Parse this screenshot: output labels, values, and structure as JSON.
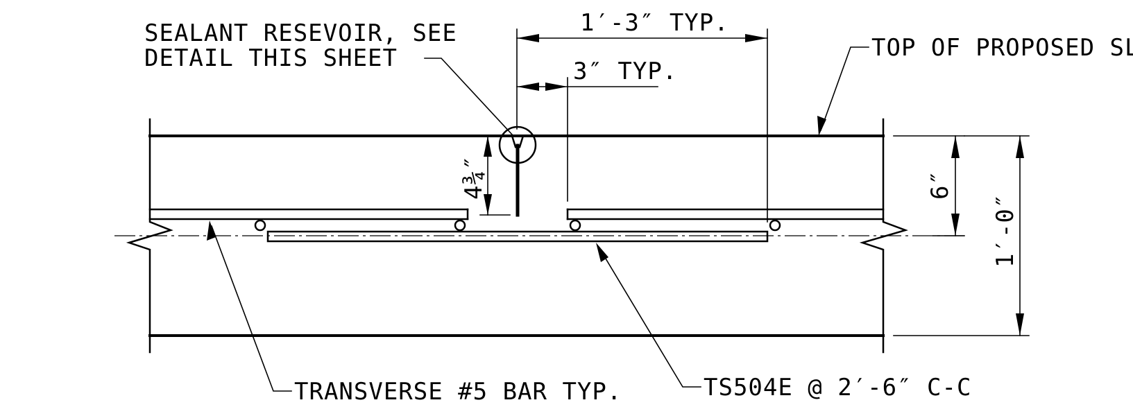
{
  "labels": {
    "sealant_line1": "SEALANT RESEVOIR, SEE",
    "sealant_line2": "DETAIL THIS SHEET",
    "spacing_typ": "1′-3″ TYP.",
    "offset_typ": "3″ TYP.",
    "top_of_slab": "TOP OF PROPOSED SLAB",
    "groove_depth": "4¾″",
    "half_depth": "6″",
    "slab_depth": "1′-0″",
    "transverse_bar": "TRANSVERSE #5 BAR TYP.",
    "tie_bar": "TS504E @ 2′-6″ C-C"
  },
  "colors": {
    "line": "#000000",
    "background": "#ffffff"
  }
}
